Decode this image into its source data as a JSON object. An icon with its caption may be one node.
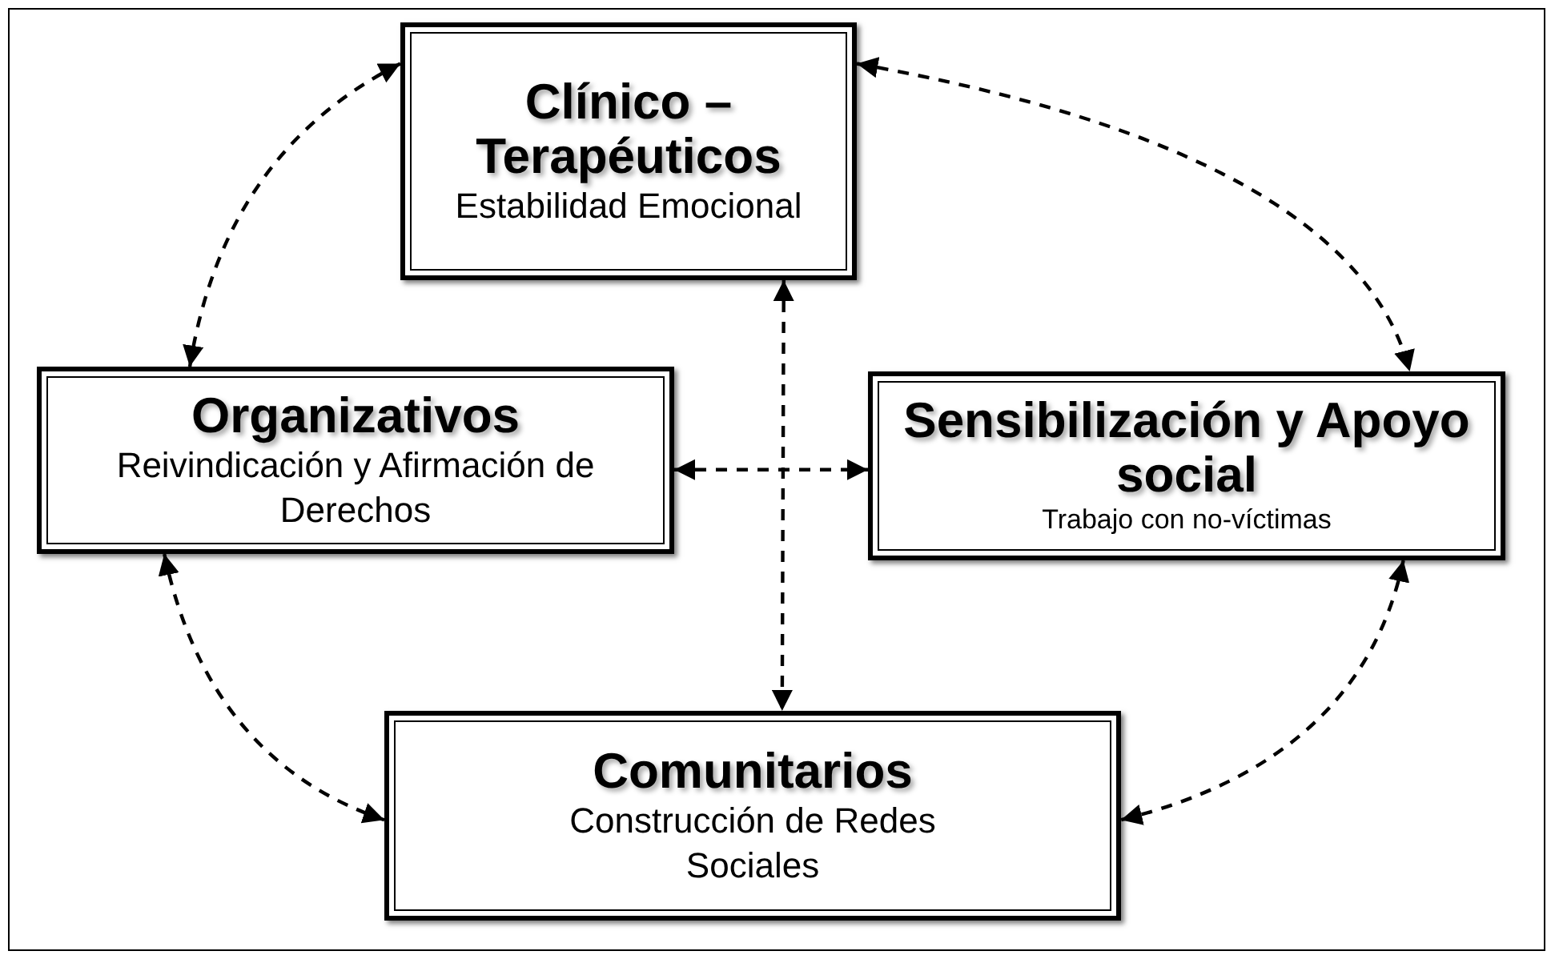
{
  "diagram": {
    "nodes": [
      {
        "text": [
          "Clínico – Terapéuticos",
          "Estabilidad Emocional"
        ]
      },
      {
        "text": [
          "Organizativos",
          "Reivindicación y Afirmación de Derechos"
        ]
      },
      {
        "text": [
          "Sensibilización y Apoyo social",
          "Trabajo con no-víctimas"
        ]
      },
      {
        "text": [
          "Comunitarios",
          "Construcción de Redes Sociales"
        ]
      }
    ],
    "edges": [
      {
        "from": 0,
        "to": 1,
        "arrow": "both",
        "style": "dashed"
      },
      {
        "from": 0,
        "to": 2,
        "arrow": "both",
        "style": "dashed"
      },
      {
        "from": 1,
        "to": 3,
        "arrow": "both",
        "style": "dashed"
      },
      {
        "from": 2,
        "to": 3,
        "arrow": "both",
        "style": "dashed"
      },
      {
        "from": 1,
        "to": 2,
        "arrow": "both",
        "style": "dashed"
      },
      {
        "from": 0,
        "to": 3,
        "arrow": "both",
        "style": "dashed"
      }
    ]
  }
}
